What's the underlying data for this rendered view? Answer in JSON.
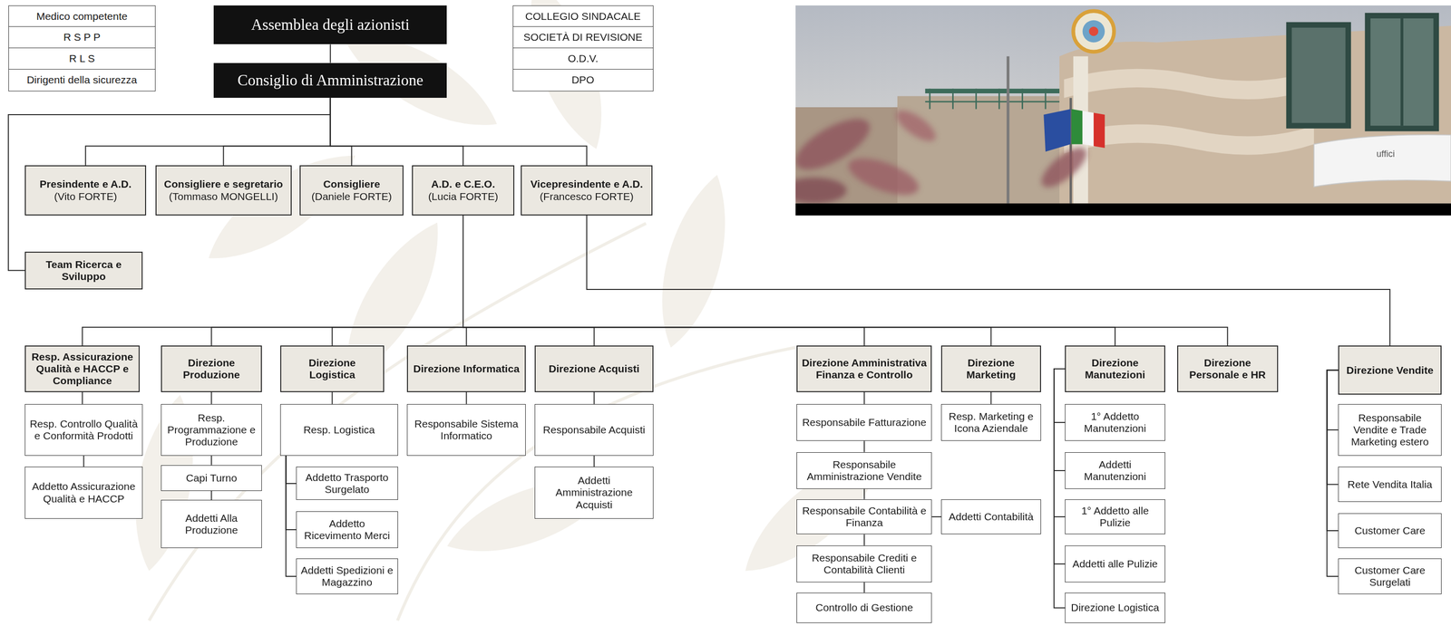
{
  "diagram": {
    "nodes": [
      {
        "text": [
          "Medico competente"
        ]
      },
      {
        "text": [
          "R S P P"
        ]
      },
      {
        "text": [
          "R L S"
        ]
      },
      {
        "text": [
          "Dirigenti della sicurezza"
        ]
      },
      {
        "text": [
          "Assemblea degli azionisti"
        ]
      },
      {
        "text": [
          "Consiglio di Amministrazione"
        ]
      },
      {
        "text": [
          "COLLEGIO SINDACALE"
        ]
      },
      {
        "text": [
          "SOCIETÀ DI REVISIONE"
        ]
      },
      {
        "text": [
          "O.D.V."
        ]
      },
      {
        "text": [
          "DPO"
        ]
      },
      {
        "text": [
          "Presindente e A.D.",
          "(Vito FORTE)"
        ]
      },
      {
        "text": [
          "Consigliere e segretario",
          "(Tommaso MONGELLI)"
        ]
      },
      {
        "text": [
          "Consigliere",
          "(Daniele FORTE)"
        ]
      },
      {
        "text": [
          "A.D. e C.E.O.",
          "(Lucia FORTE)"
        ]
      },
      {
        "text": [
          "Vicepresindente e A.D.",
          "(Francesco FORTE)"
        ]
      },
      {
        "text": [
          "Team Ricerca e Sviluppo"
        ]
      },
      {
        "text": [
          "Resp. Assicurazione Qualità e HACCP e Compliance"
        ]
      },
      {
        "text": [
          "Direzione Produzione"
        ]
      },
      {
        "text": [
          "Direzione Logistica"
        ]
      },
      {
        "text": [
          "Direzione Informatica"
        ]
      },
      {
        "text": [
          "Direzione Acquisti"
        ]
      },
      {
        "text": [
          "Direzione Amministrativa Finanza e Controllo"
        ]
      },
      {
        "text": [
          "Direzione Marketing"
        ]
      },
      {
        "text": [
          "Direzione Manutezioni"
        ]
      },
      {
        "text": [
          "Direzione Personale e HR"
        ]
      },
      {
        "text": [
          "Direzione Vendite"
        ]
      },
      {
        "text": [
          "Resp. Controllo Qualità e Conformità Prodotti"
        ]
      },
      {
        "text": [
          "Addetto Assicurazione Qualità e HACCP"
        ]
      },
      {
        "text": [
          "Resp. Programmazione e Produzione"
        ]
      },
      {
        "text": [
          "Capi Turno"
        ]
      },
      {
        "text": [
          "Addetti Alla Produzione"
        ]
      },
      {
        "text": [
          "Resp. Logistica"
        ]
      },
      {
        "text": [
          "Addetto Trasporto Surgelato"
        ]
      },
      {
        "text": [
          "Addetto Ricevimento Merci"
        ]
      },
      {
        "text": [
          "Addetti Spedizioni e Magazzino"
        ]
      },
      {
        "text": [
          "Responsabile Sistema Informatico"
        ]
      },
      {
        "text": [
          "Responsabile Acquisti"
        ]
      },
      {
        "text": [
          "Addetti Amministrazione Acquisti"
        ]
      },
      {
        "text": [
          "Responsabile Fatturazione"
        ]
      },
      {
        "text": [
          "Responsabile Amministrazione Vendite"
        ]
      },
      {
        "text": [
          "Responsabile Contabilità e Finanza"
        ]
      },
      {
        "text": [
          "Addetti Contabilità"
        ]
      },
      {
        "text": [
          "Responsabile Crediti e Contabilità Clienti"
        ]
      },
      {
        "text": [
          "Controllo di Gestione"
        ]
      },
      {
        "text": [
          "Resp. Marketing e Icona Aziendale"
        ]
      },
      {
        "text": [
          "1° Addetto Manutenzioni"
        ]
      },
      {
        "text": [
          "Addetti Manutenzioni"
        ]
      },
      {
        "text": [
          "1° Addetto alle Pulizie"
        ]
      },
      {
        "text": [
          "Addetti alle Pulizie"
        ]
      },
      {
        "text": [
          "Direzione Logistica"
        ]
      },
      {
        "text": [
          "Responsabile Vendite e Trade Marketing estero"
        ]
      },
      {
        "text": [
          "Rete Vendita Italia"
        ]
      },
      {
        "text": [
          "Customer Care"
        ]
      },
      {
        "text": [
          "Customer Care Surgelati"
        ]
      }
    ],
    "edges": [
      {
        "from": 4,
        "to": 5,
        "arrow": "none"
      },
      {
        "from": 5,
        "to": 10,
        "arrow": "none"
      },
      {
        "from": 5,
        "to": 11,
        "arrow": "none"
      },
      {
        "from": 5,
        "to": 12,
        "arrow": "none"
      },
      {
        "from": 5,
        "to": 13,
        "arrow": "none"
      },
      {
        "from": 5,
        "to": 14,
        "arrow": "none"
      },
      {
        "from": 5,
        "to": 15,
        "arrow": "none"
      },
      {
        "from": 13,
        "to": 16,
        "arrow": "none"
      },
      {
        "from": 13,
        "to": 17,
        "arrow": "none"
      },
      {
        "from": 13,
        "to": 18,
        "arrow": "none"
      },
      {
        "from": 13,
        "to": 19,
        "arrow": "none"
      },
      {
        "from": 13,
        "to": 20,
        "arrow": "none"
      },
      {
        "from": 13,
        "to": 21,
        "arrow": "none"
      },
      {
        "from": 13,
        "to": 22,
        "arrow": "none"
      },
      {
        "from": 13,
        "to": 23,
        "arrow": "none"
      },
      {
        "from": 13,
        "to": 24,
        "arrow": "none"
      },
      {
        "from": 14,
        "to": 25,
        "arrow": "none"
      },
      {
        "from": 16,
        "to": 26,
        "arrow": "none"
      },
      {
        "from": 26,
        "to": 27,
        "arrow": "none"
      },
      {
        "from": 17,
        "to": 28,
        "arrow": "none"
      },
      {
        "from": 28,
        "to": 29,
        "arrow": "none"
      },
      {
        "from": 29,
        "to": 30,
        "arrow": "none"
      },
      {
        "from": 18,
        "to": 31,
        "arrow": "none"
      },
      {
        "from": 31,
        "to": 32,
        "arrow": "none"
      },
      {
        "from": 31,
        "to": 33,
        "arrow": "none"
      },
      {
        "from": 31,
        "to": 34,
        "arrow": "none"
      },
      {
        "from": 19,
        "to": 35,
        "arrow": "none"
      },
      {
        "from": 20,
        "to": 36,
        "arrow": "none"
      },
      {
        "from": 36,
        "to": 37,
        "arrow": "none"
      },
      {
        "from": 21,
        "to": 38,
        "arrow": "none"
      },
      {
        "from": 38,
        "to": 39,
        "arrow": "none"
      },
      {
        "from": 39,
        "to": 40,
        "arrow": "none"
      },
      {
        "from": 40,
        "to": 41,
        "arrow": "none"
      },
      {
        "from": 40,
        "to": 42,
        "arrow": "none"
      },
      {
        "from": 42,
        "to": 43,
        "arrow": "none"
      },
      {
        "from": 22,
        "to": 44,
        "arrow": "none"
      },
      {
        "from": 23,
        "to": 45,
        "arrow": "none"
      },
      {
        "from": 23,
        "to": 46,
        "arrow": "none"
      },
      {
        "from": 23,
        "to": 47,
        "arrow": "none"
      },
      {
        "from": 23,
        "to": 48,
        "arrow": "none"
      },
      {
        "from": 23,
        "to": 49,
        "arrow": "none"
      },
      {
        "from": 25,
        "to": 50,
        "arrow": "none"
      },
      {
        "from": 25,
        "to": 51,
        "arrow": "none"
      },
      {
        "from": 25,
        "to": 52,
        "arrow": "none"
      },
      {
        "from": 25,
        "to": 53,
        "arrow": "none"
      }
    ],
    "labels": [
      "uffici"
    ]
  }
}
